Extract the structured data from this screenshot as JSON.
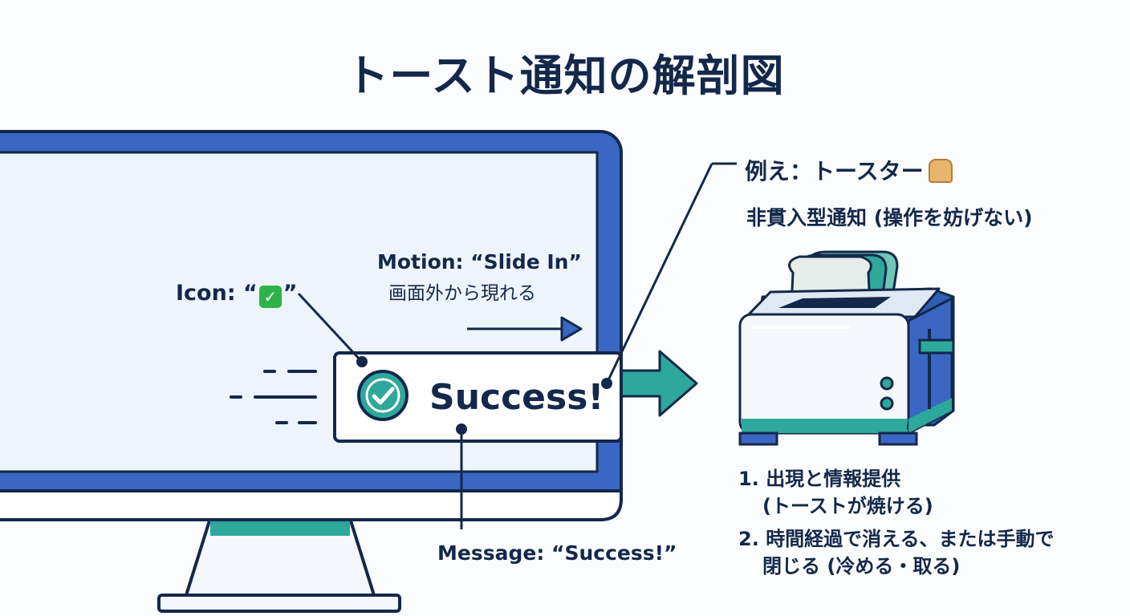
{
  "title": "トースト通知の解剖図",
  "labels": {
    "icon_prefix": "Icon: “",
    "icon_emoji": "✓",
    "icon_suffix": "”",
    "motion": "Motion: “Slide In”",
    "motion_sub": "画面外から現れる",
    "message": "Message: “Success!”"
  },
  "toast": {
    "text": "Success!",
    "icon": "check-circle-icon"
  },
  "analogy": {
    "heading": "例え：トースター",
    "heading_icon": "bread-icon",
    "subheading": "非貫入型通知 (操作を妨げない)",
    "steps": [
      {
        "number": "1.",
        "line1": "出現と情報提供",
        "line2": "(トーストが焼ける)"
      },
      {
        "number": "2.",
        "line1": "時間経過で消える、または手動で",
        "line2": "閉じる (冷める・取る)"
      }
    ]
  },
  "colors": {
    "monitor_frame": "#3a66c4",
    "screen": "#eef4fb",
    "teal": "#2ea89b",
    "ink": "#13284a"
  }
}
